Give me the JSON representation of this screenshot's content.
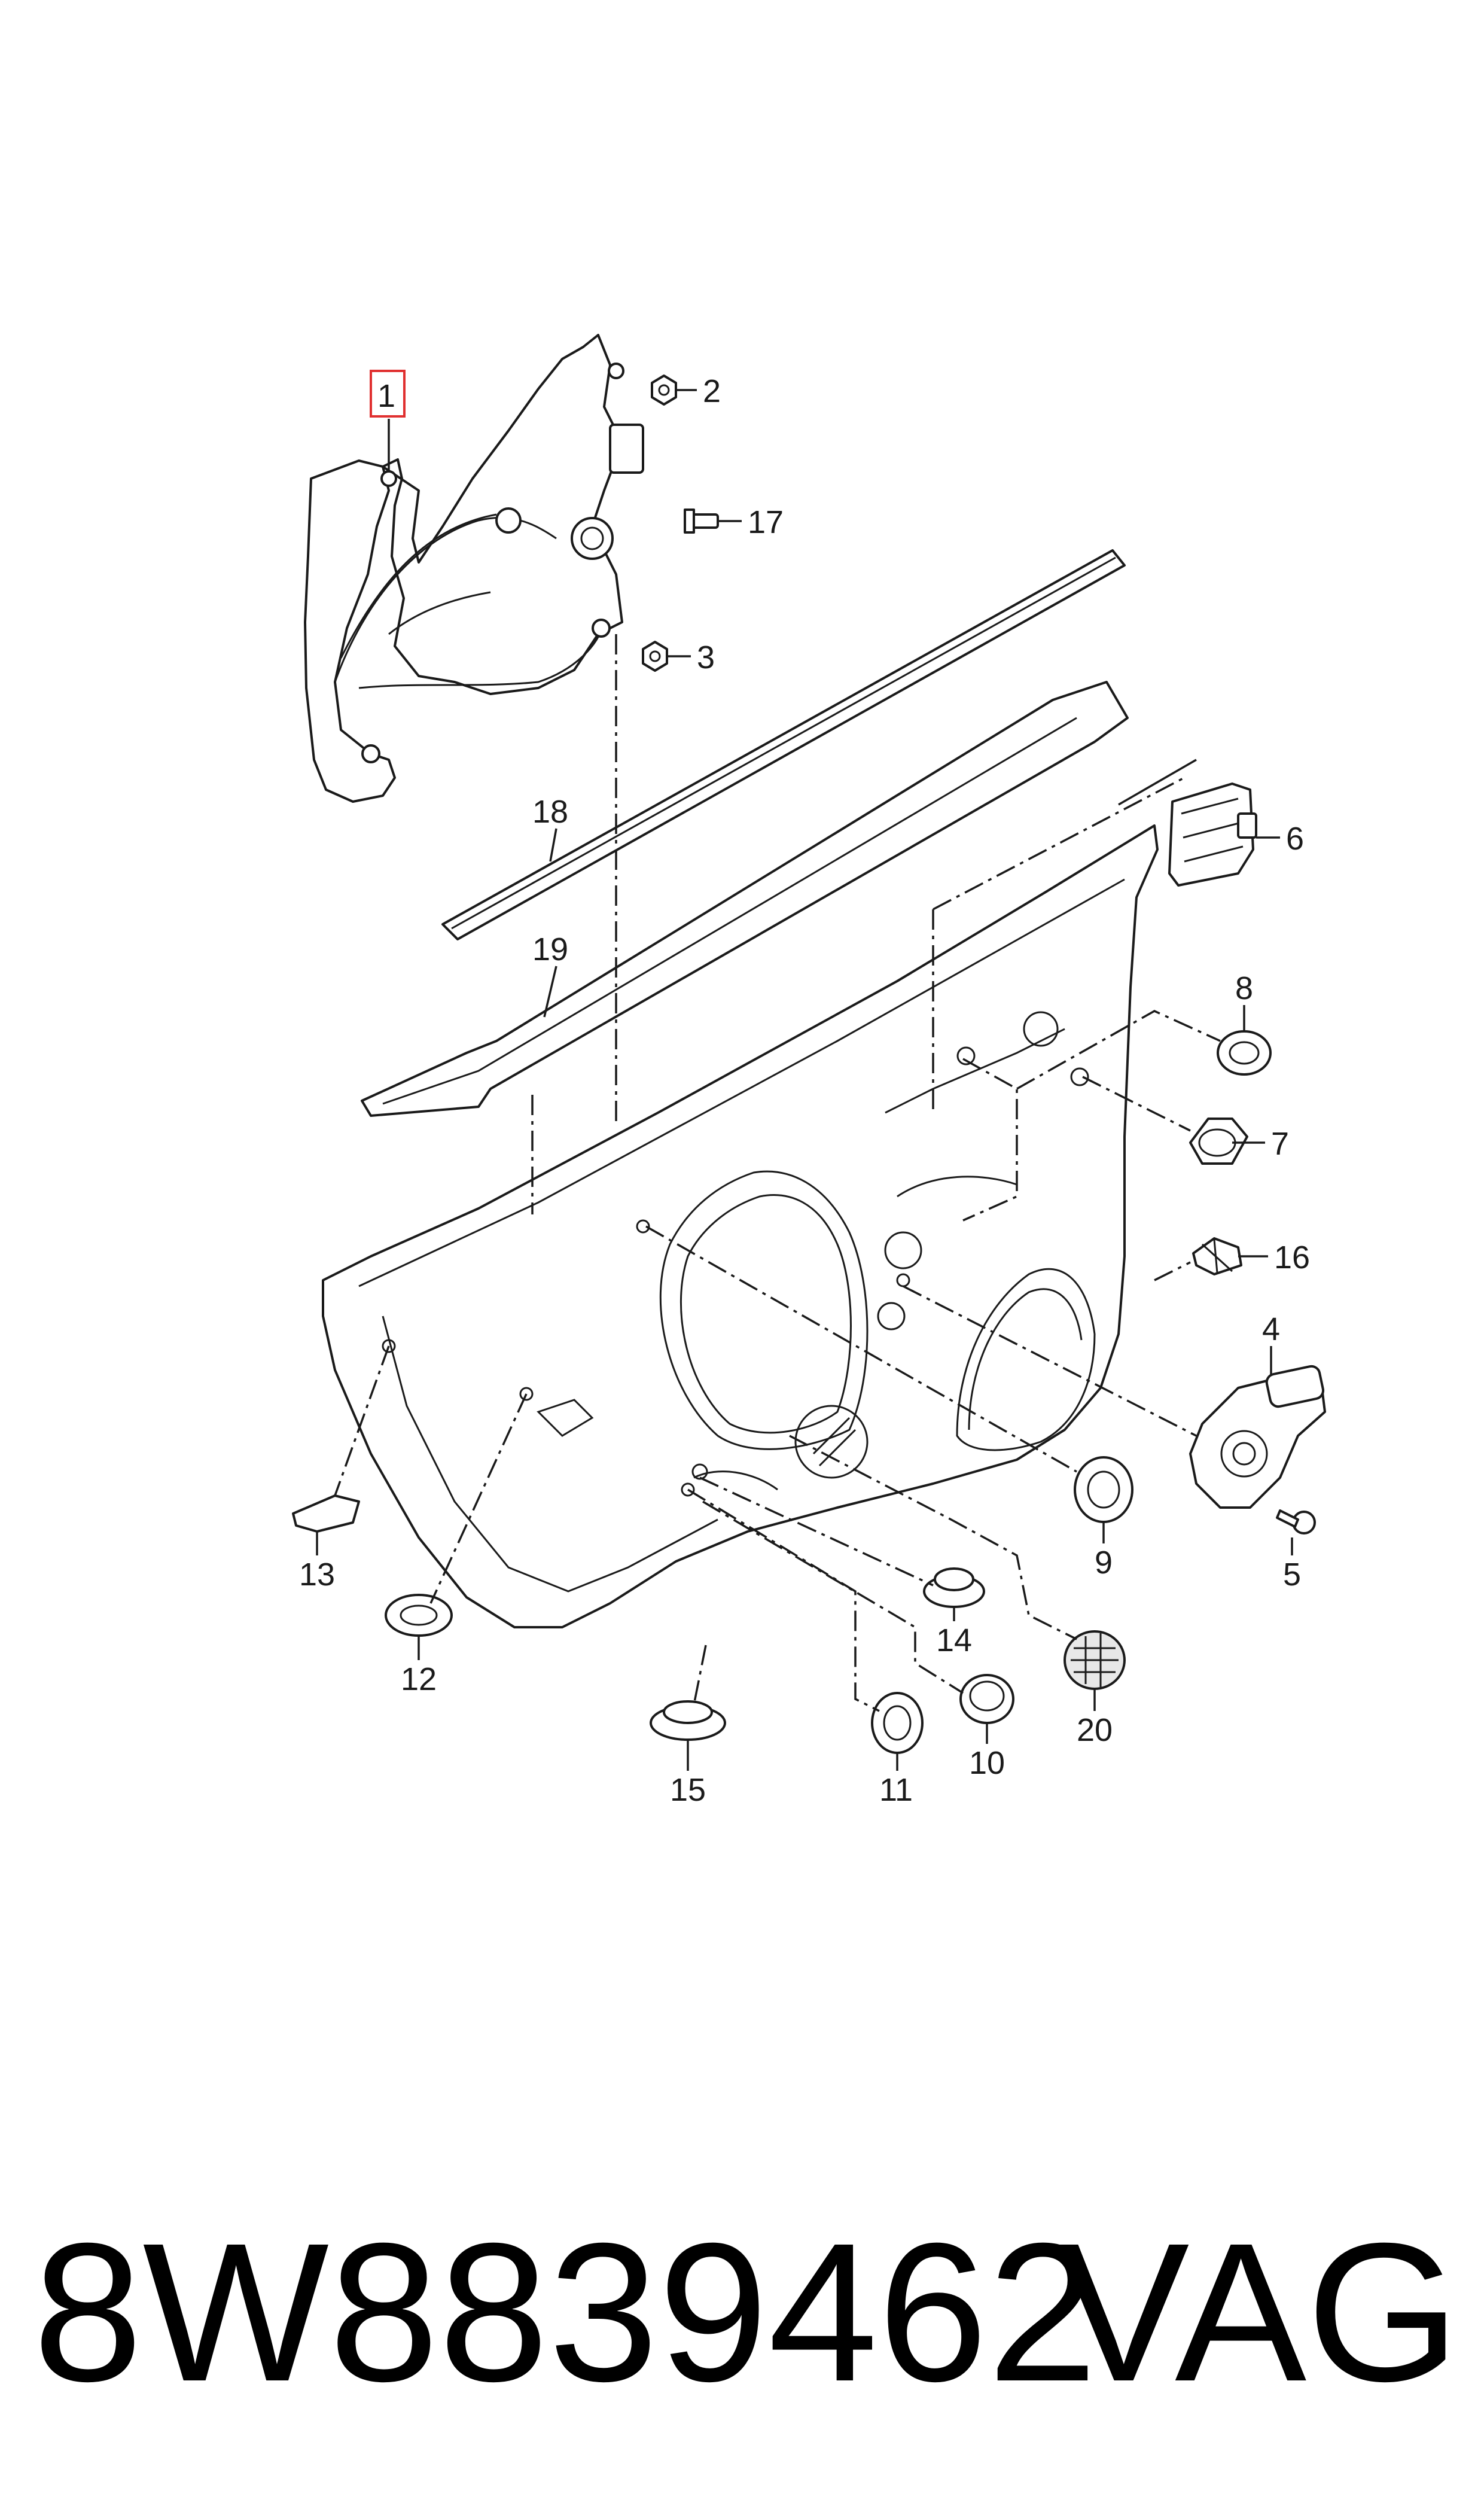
{
  "diagram": {
    "callouts": [
      {
        "id": "1",
        "highlighted": true
      },
      {
        "id": "2"
      },
      {
        "id": "3"
      },
      {
        "id": "4"
      },
      {
        "id": "5"
      },
      {
        "id": "6"
      },
      {
        "id": "7"
      },
      {
        "id": "8"
      },
      {
        "id": "9"
      },
      {
        "id": "10"
      },
      {
        "id": "11"
      },
      {
        "id": "12"
      },
      {
        "id": "13"
      },
      {
        "id": "14"
      },
      {
        "id": "15"
      },
      {
        "id": "16"
      },
      {
        "id": "17"
      },
      {
        "id": "18"
      },
      {
        "id": "19"
      },
      {
        "id": "20"
      }
    ],
    "highlight_color": "#e03030"
  },
  "footer": {
    "part_number": "8W8839462",
    "brand": "VAG"
  }
}
